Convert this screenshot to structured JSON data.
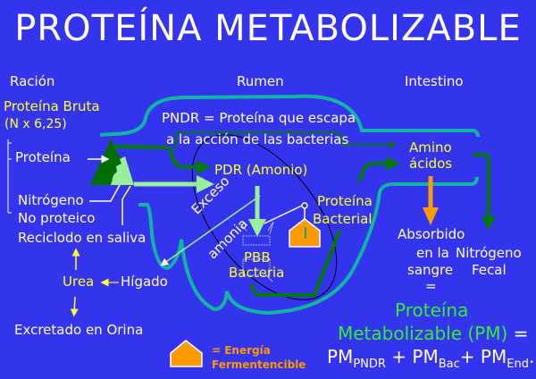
{
  "title": "PROTEÍNA METABOLIZABLE",
  "columns": {
    "racion": "Ración",
    "rumen": "Rumen",
    "intestino": "Intestino"
  },
  "racion": {
    "proteina_bruta": "Proteína Bruta",
    "factor": "(N x 6,25)",
    "proteina": "Proteína",
    "nitrogeno": "Nitrógeno",
    "no_proteico": "No proteico",
    "reciclado": "Reciclodo en saliva",
    "urea": "Urea",
    "higado": "Hígado",
    "excretado": "Excretado en Orina"
  },
  "rumen": {
    "pndr_line1": "PNDR = Proteína que escapa",
    "pndr_line2": "a la acción de las bacterias",
    "pdr": "PDR (Amonio)",
    "exceso": "Exceso",
    "amonia": "amonia",
    "pbb": "PBB",
    "bacteria": "Bacteria",
    "proteina_bacterial_1": "Proteína",
    "proteina_bacterial_2": "Bacterial"
  },
  "intestino": {
    "amino": "Amino",
    "acidos": "ácidos",
    "absorbido": "Absorbido",
    "en_la": "en la",
    "sangre": "sangre",
    "nitrogeno": "Nitrógeno",
    "fecal": "Fecal",
    "equals": "="
  },
  "result": {
    "line1": "Proteína",
    "line2": "Metabolizable (PM)",
    "eq": "=",
    "pm": "PM",
    "sub_pndr": "PNDR",
    "plus": "+",
    "sub_bac": "Bac",
    "sub_end": "End",
    "dot": "."
  },
  "legend": {
    "line1": "= Energía",
    "line2": "Fermentencible"
  },
  "colors": {
    "background": "#3434ee",
    "teal": "#12b4a4",
    "dark_green": "#007a00",
    "light_green": "#99ee99",
    "yellow": "#ffff33",
    "orange": "#ff9900"
  }
}
